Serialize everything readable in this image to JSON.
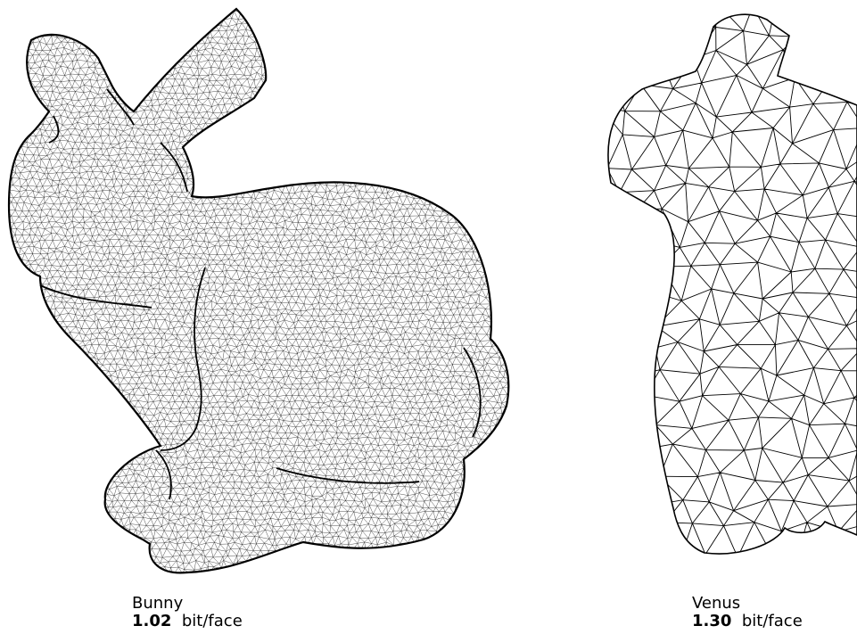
{
  "figures": [
    {
      "name": "Bunny",
      "value": "1.02",
      "unit": "bit/face"
    },
    {
      "name": "Venus",
      "value": "1.30",
      "unit": "bit/face"
    }
  ]
}
